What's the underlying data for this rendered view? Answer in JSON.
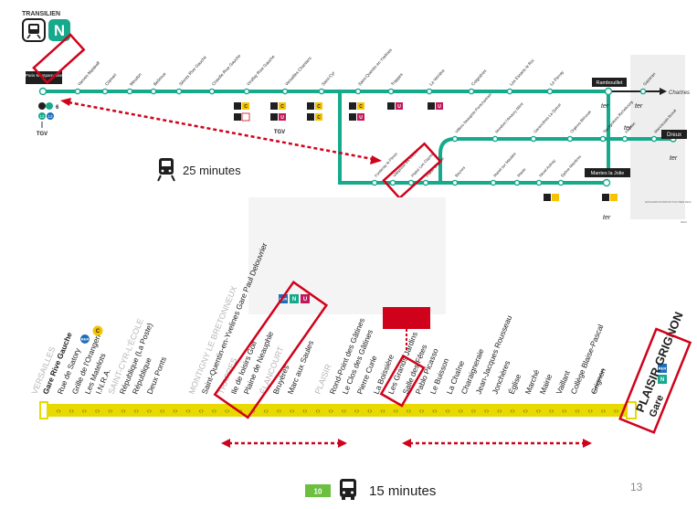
{
  "header": {
    "network": "TRANSILIEN",
    "line_letter": "N"
  },
  "colors": {
    "line_n": "#17a98c",
    "tram_t13": "#e8d900",
    "highlight": "#d0021b",
    "rer_c": "#f6c400",
    "dark": "#1f1f1f",
    "ter_bg": "#e9e9e9",
    "green_badge": "#6cbf3f"
  },
  "line_n": {
    "main": [
      "Paris Montparnasse",
      "Vanves Malakoff",
      "Clamart",
      "Meudon",
      "Bellevue",
      "Sèvres Rive Gauche",
      "Chaville Rive Gauche",
      "Viroflay Rive Gauche",
      "Versailles Chantiers",
      "Saint-Cyr",
      "Saint-Quentin en Yvelines",
      "Trappes",
      "La Verrière",
      "Coignières",
      "Les Essarts le Roi",
      "Le Perray",
      "Rambouillet",
      "Gazeran"
    ],
    "main_beyond": "Chartres",
    "loop": [
      "Fontenay le Fleury",
      "Villepreux les Clayes",
      "Plaisir Les Clayes",
      "Plaisir Grignon"
    ],
    "dreux_branch": [
      "Villiers Neauphle Pontchartrain",
      "Montfort l'Amaury Méré",
      "Garancières La Queue",
      "Orgerus Béhoust",
      "Tacoignières Richebourg",
      "Houdan",
      "Marchezais Broué",
      "Dreux"
    ],
    "mantes_branch": [
      "Beynes",
      "Mareil sur Mauldre",
      "Maule",
      "Nézel Aulnay",
      "Épône Mézières",
      "Mantes la Jolie"
    ],
    "montparnasse_connections": [
      "4",
      "6",
      "12",
      "13"
    ],
    "tgv_label": "TGV",
    "ter_label": "ter",
    "rer_c_label": "C",
    "tram_t_label": "U",
    "note": "NON EXPLOITATION TGV RER 2024",
    "credit": "2024"
  },
  "travel_times": {
    "train_label": "25 minutes",
    "bus_label": "15 minutes",
    "bus_line": "10"
  },
  "tram_t13": {
    "stations": [
      "Versailles",
      "Gare Rive Gauche",
      "Rue de Satory",
      "Grille de l'Orangerie",
      "Les Matelots",
      "I.N.R.A.",
      "Saint-Cyr-l'École",
      "République (La Poste)",
      "République",
      "Deux Ponts",
      "Montigny le Bretonneux",
      "Saint-Quentin-en-Yvelines Gare Paul Delouvrier",
      "Trappes",
      "Ile de loisirs Golf",
      "Plaine de Neauphle",
      "Élancourt",
      "Bruyères",
      "Marc aux Saules",
      "Plaisir",
      "Rond-Point des Gâtines",
      "Le Clos des Gâtines",
      "Pierre Curie",
      "La Boissière",
      "Les Grands Jardins",
      "Salle des Fêtes",
      "Pablo Picasso",
      "Le Buisson",
      "La Chaîne",
      "Charaigneraie",
      "Jean-Jacques Rousseau",
      "Jonchères",
      "Église",
      "Marché",
      "Mairie",
      "Vaillant",
      "Collège Blaise-Pascal",
      "Grignon",
      "Plaisir Grignon",
      "Gare"
    ],
    "big_terminus": "PLAISIR GRIGNON",
    "big_terminus_sub": "Gare",
    "gare_rive_gauche_badges": [
      "RER",
      "C"
    ],
    "sqy_badges": [
      "RER",
      "N",
      "U"
    ],
    "plaisir_badges": [
      "RER",
      "N"
    ]
  },
  "page_number": "13"
}
